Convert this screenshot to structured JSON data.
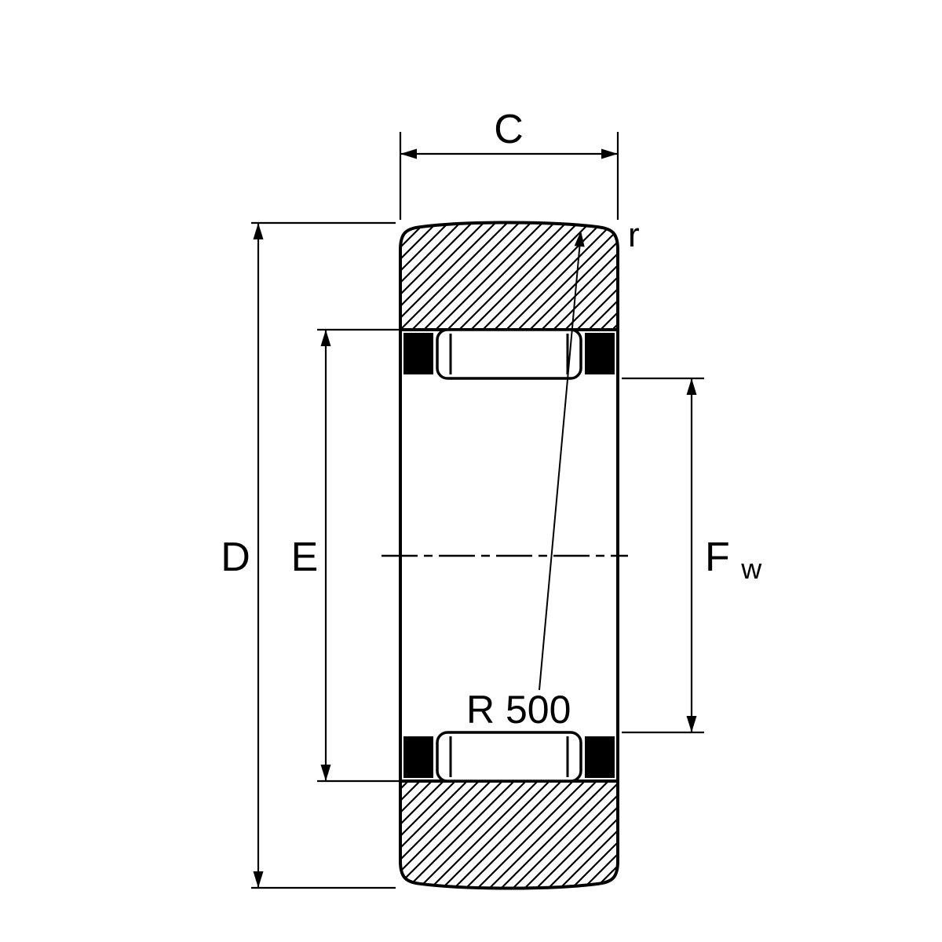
{
  "labels": {
    "width_dim": "C",
    "outer_diameter_dim": "D",
    "raceway_diameter_dim": "E",
    "inscribed_circle_main": "F",
    "inscribed_circle_sub": "w",
    "corner_radius": "r",
    "crown_radius": "R 500"
  },
  "colors": {
    "line": "#000000",
    "background": "#ffffff"
  }
}
